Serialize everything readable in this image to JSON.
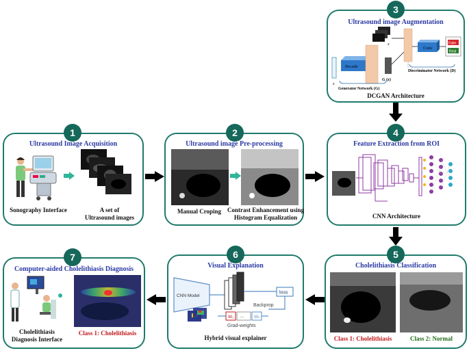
{
  "stages": [
    {
      "num": "1",
      "title": "Ultrasound Image Acquisition",
      "caption_left": "Sonography Interface",
      "caption_right_1": "A set of",
      "caption_right_2": "Ultrasound images"
    },
    {
      "num": "2",
      "title": "Ultrasound image Pre-processing",
      "caption_left": "Manual Croping",
      "caption_right_1": "Contrast Enhancement using",
      "caption_right_2": "Histogram Equalization"
    },
    {
      "num": "3",
      "title": "Ultrasound image Augmentation",
      "generator_label": "Generator Network (G)",
      "discriminator_label": "Discriminator Network (D)",
      "decode_label": "Decode",
      "conv_label": "Conv",
      "g_z": "G (z)",
      "z": "z",
      "x": "x",
      "fake_label": "Fake",
      "real_label": "Real",
      "caption": "DCGAN Architecture"
    },
    {
      "num": "4",
      "title": "Feature Extraction from ROI",
      "caption": "CNN Architecture"
    },
    {
      "num": "5",
      "title": "Cholelithiasis  Classification",
      "class1": "Class 1: Cholelithiasis",
      "class2": "Class 2: Normal"
    },
    {
      "num": "6",
      "title": "Visual Explanation",
      "cnn_model": "CNN Model",
      "loss": "loss",
      "backprop": "Backprop",
      "grad_weights": "Grad-weights",
      "w1": "W₁",
      "wn": "Wₙ",
      "ellipsis": "...",
      "caption": "Hybrid visual explainer"
    },
    {
      "num": "7",
      "title": "Computer-aided Cholelithiasis Diagnosis",
      "caption_left_1": "Cholelithiasis",
      "caption_left_2": "Diagnosis Interface",
      "class1": "Class 1: Cholelithiasis"
    }
  ],
  "colors": {
    "border": "#1f7a6a",
    "badge": "#15685a",
    "title": "#2b3aa3",
    "teal_arrow": "#2fb59a",
    "red": "#c0181b",
    "green": "#1f6a12"
  }
}
